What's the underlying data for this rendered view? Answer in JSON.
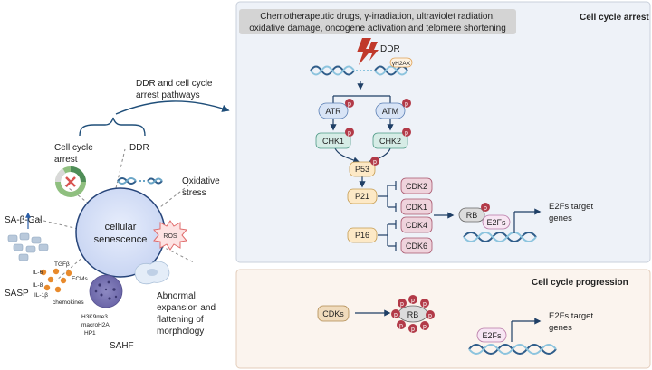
{
  "left": {
    "center_line1": "cellular",
    "center_line2": "senescence",
    "cell_cycle_arrest_1": "Cell cycle",
    "cell_cycle_arrest_2": "arrest",
    "ddr": "DDR",
    "oxidative_1": "Oxidative",
    "oxidative_2": "stress",
    "ros": "ROS",
    "sa_beta_gal": "SA-β-Gal",
    "sasp": "SASP",
    "sasp_tgfb": "TGFβ",
    "sasp_il6": "IL-6",
    "sasp_il8": "IL-8",
    "sasp_il1b": "IL-1β",
    "sasp_ecms": "ECMs",
    "sasp_chemokines": "chemokines",
    "sahf": "SAHF",
    "sahf_h3k9": "H3K9me3",
    "sahf_macro": "macroH2A",
    "sahf_hp1": "HP1",
    "morph_1": "Abnormal",
    "morph_2": "expansion and",
    "morph_3": "flattening of",
    "morph_4": "morphology",
    "pathway_1": "DDR and cell cycle",
    "pathway_2": "arrest pathways"
  },
  "arrest_panel": {
    "title": "Cell cycle arrest",
    "stimuli_1": "Chemotherapeutic drugs,  γ-irradiation, ultraviolet radiation,",
    "stimuli_2": "oxidative damage, oncogene activation and telomere shortening",
    "ddr": "DDR",
    "gh2ax": "γH2AX",
    "atr": "ATR",
    "atm": "ATM",
    "chk1": "CHK1",
    "chk2": "CHK2",
    "p53": "P53",
    "p21": "P21",
    "p16": "P16",
    "cdk2": "CDK2",
    "cdk1": "CDK1",
    "cdk4": "CDK4",
    "cdk6": "CDK6",
    "rb": "RB",
    "e2fs": "E2Fs",
    "target_1": "E2Fs target",
    "target_2": "genes",
    "p": "p"
  },
  "progress_panel": {
    "title": "Cell cycle progression",
    "cdks": "CDKs",
    "rb": "RB",
    "e2fs": "E2Fs",
    "target_1": "E2Fs target",
    "target_2": "genes",
    "p": "p"
  }
}
